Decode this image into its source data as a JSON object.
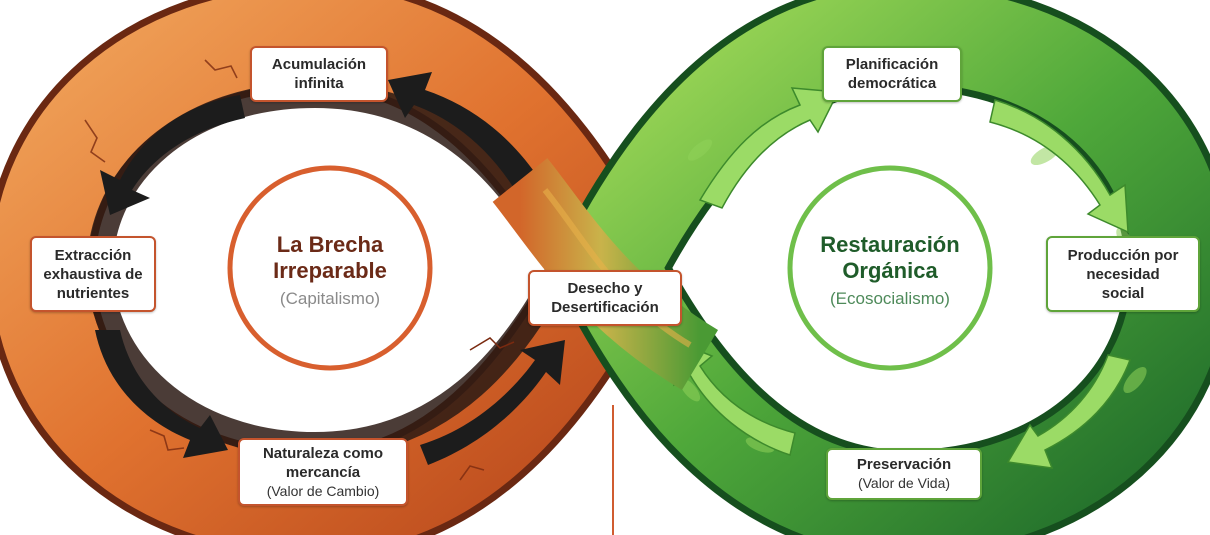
{
  "colors": {
    "capitalism_accent": "#c4542d",
    "capitalism_title": "#6b2a17",
    "capitalism_sub": "#8a8a8a",
    "ecosocialism_accent": "#5fa43a",
    "ecosocialism_title": "#1f5c2a",
    "ecosocialism_sub": "#4e8a5a"
  },
  "left_loop": {
    "title_line1": "La Brecha",
    "title_line2": "Irreparable",
    "subtitle": "(Capitalismo)",
    "labels": {
      "top": {
        "line1": "Acumulación",
        "line2": "infinita"
      },
      "left": {
        "line1": "Extracción",
        "line2": "exhaustiva de",
        "line3": "nutrientes"
      },
      "bottom": {
        "line1": "Naturaleza como",
        "line2": "mercancía",
        "sub": "(Valor de Cambio)"
      }
    }
  },
  "center_label": {
    "line1": "Desecho y",
    "line2": "Desertificación"
  },
  "right_loop": {
    "title_line1": "Restauración",
    "title_line2": "Orgánica",
    "subtitle": "(Ecosocialismo)",
    "labels": {
      "top": {
        "line1": "Planificación",
        "line2": "democrática"
      },
      "right": {
        "line1": "Producción por",
        "line2": "necesidad",
        "line3": "social"
      },
      "bottom": {
        "line1": "Preservación",
        "sub": "(Valor de Vida)"
      }
    }
  },
  "icons": {
    "arrow": "curved-arrow-icon",
    "crack": "crack-texture-icon",
    "leaf": "leaf-texture-icon"
  }
}
